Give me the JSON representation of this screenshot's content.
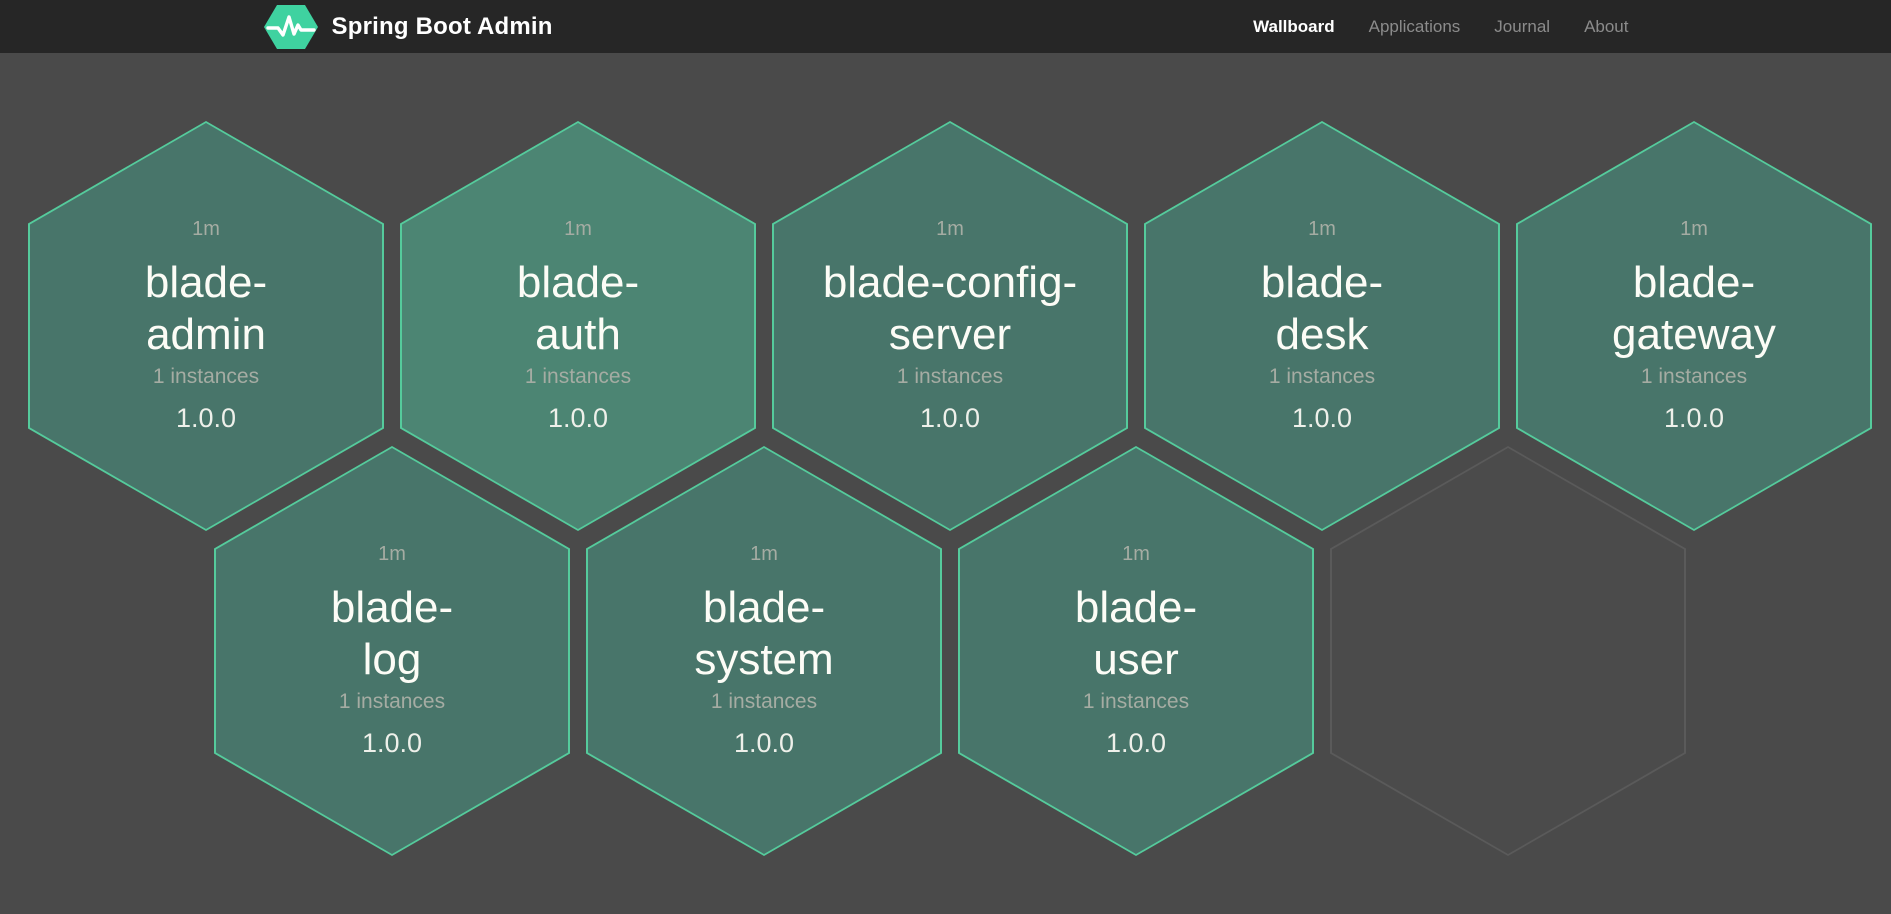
{
  "header": {
    "brand": "Spring Boot Admin",
    "nav": [
      {
        "label": "Wallboard",
        "active": true
      },
      {
        "label": "Applications",
        "active": false
      },
      {
        "label": "Journal",
        "active": false
      },
      {
        "label": "About",
        "active": false
      }
    ]
  },
  "wallboard": {
    "applications": [
      {
        "name": "blade-admin",
        "name_display": "blade-\nadmin",
        "uptime": "1m",
        "instances": "1 instances",
        "version": "1.0.0",
        "highlighted": false
      },
      {
        "name": "blade-auth",
        "name_display": "blade-\nauth",
        "uptime": "1m",
        "instances": "1 instances",
        "version": "1.0.0",
        "highlighted": true
      },
      {
        "name": "blade-config-server",
        "name_display": "blade-config-\nserver",
        "uptime": "1m",
        "instances": "1 instances",
        "version": "1.0.0",
        "highlighted": false
      },
      {
        "name": "blade-desk",
        "name_display": "blade-\ndesk",
        "uptime": "1m",
        "instances": "1 instances",
        "version": "1.0.0",
        "highlighted": false
      },
      {
        "name": "blade-gateway",
        "name_display": "blade-\ngateway",
        "uptime": "1m",
        "instances": "1 instances",
        "version": "1.0.0",
        "highlighted": false
      },
      {
        "name": "blade-log",
        "name_display": "blade-\nlog",
        "uptime": "1m",
        "instances": "1 instances",
        "version": "1.0.0",
        "highlighted": false
      },
      {
        "name": "blade-system",
        "name_display": "blade-\nsystem",
        "uptime": "1m",
        "instances": "1 instances",
        "version": "1.0.0",
        "highlighted": false
      },
      {
        "name": "blade-user",
        "name_display": "blade-\nuser",
        "uptime": "1m",
        "instances": "1 instances",
        "version": "1.0.0",
        "highlighted": false
      }
    ],
    "empty_slots": 1
  },
  "colors": {
    "page_background": "#4a4a4a",
    "header_background": "#262626",
    "brand_green": "#3fd2a0",
    "hexagon_fill": "#48756a",
    "hexagon_fill_highlight": "#4c8573",
    "hexagon_border": "#55cb9c",
    "empty_hexagon_border": "#5a5a5a",
    "empty_hexagon_fill": "#4b4b4b",
    "name_text": "#fcfcf6",
    "version_text": "#eef0ea",
    "muted_text": "#a5aca3",
    "nav_active": "#ffffff",
    "nav_inactive": "#8b8b8b"
  }
}
